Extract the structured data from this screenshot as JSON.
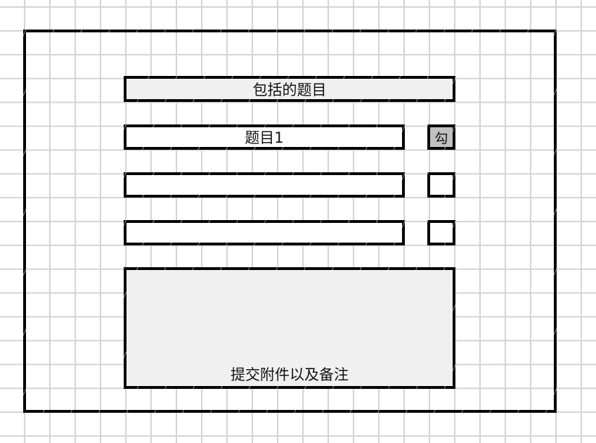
{
  "diagram": {
    "colors": {
      "grid_line": "#d4d4d4",
      "background": "#ffffff",
      "border": "#000000",
      "header_fill": "#f0f0f0",
      "row_fill": "#ffffff",
      "checkbox_checked_fill": "#c0c0c0",
      "notes_fill": "#f0f0f0"
    },
    "header": {
      "label": "包括的题目"
    },
    "rows": [
      {
        "label": "题目1",
        "checkbox_label": "勾",
        "checked": true
      },
      {
        "label": "",
        "checkbox_label": "",
        "checked": false
      },
      {
        "label": "",
        "checkbox_label": "",
        "checked": false
      }
    ],
    "notes": {
      "label": "提交附件以及备注"
    }
  }
}
